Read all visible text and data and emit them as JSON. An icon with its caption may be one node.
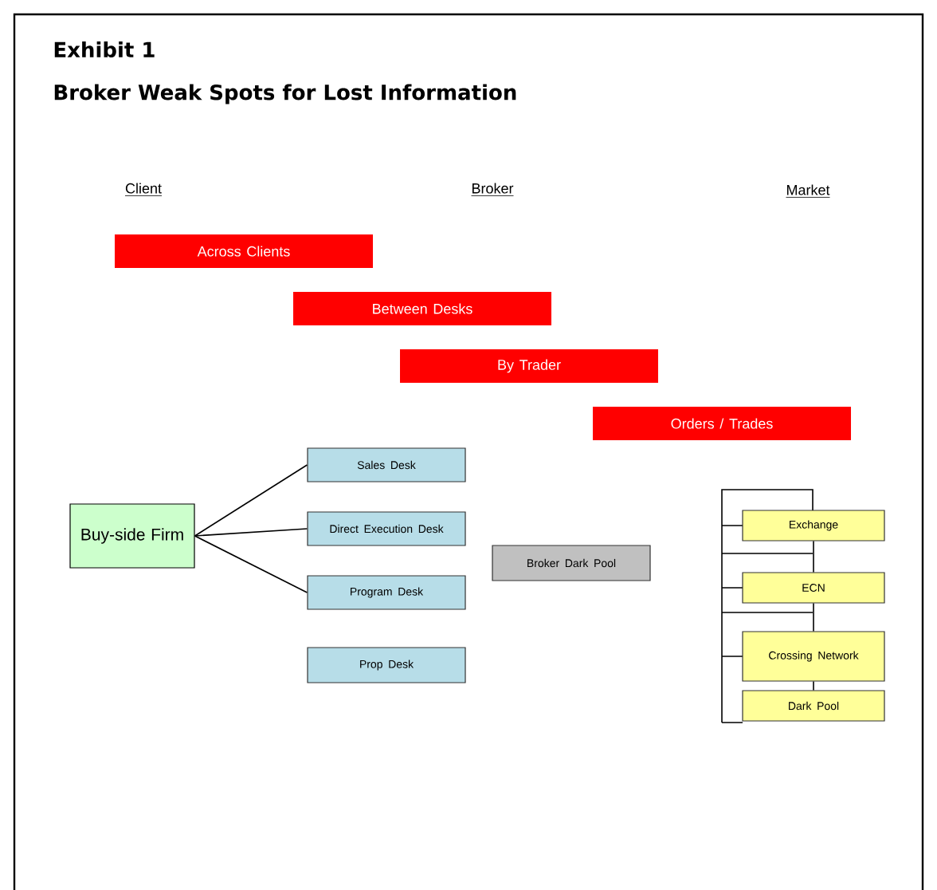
{
  "diagram": {
    "title": "Broker Weak Spots for Lost Information",
    "nodes": [
      {
        "text": [
          "Across Clients"
        ]
      },
      {
        "text": [
          "Between Desks"
        ]
      },
      {
        "text": [
          "By Trader"
        ]
      },
      {
        "text": [
          "Orders / Trades"
        ]
      },
      {
        "text": [
          "Buy-side Firm"
        ]
      },
      {
        "text": [
          "Sales Desk"
        ]
      },
      {
        "text": [
          "Direct Execution Desk"
        ]
      },
      {
        "text": [
          "Program Desk"
        ]
      },
      {
        "text": [
          "Prop Desk"
        ]
      },
      {
        "text": [
          "Broker Dark Pool"
        ]
      },
      {
        "text": [
          "Exchange"
        ]
      },
      {
        "text": [
          "ECN"
        ]
      },
      {
        "text": [
          "Crossing Network"
        ]
      },
      {
        "text": [
          "Dark Pool"
        ]
      }
    ],
    "edges": [
      {
        "from": 4,
        "to": 5,
        "arrow": "none"
      },
      {
        "from": 4,
        "to": 6,
        "arrow": "none"
      },
      {
        "from": 4,
        "to": 7,
        "arrow": "none"
      },
      {
        "from": 10,
        "to": 11,
        "arrow": "none"
      },
      {
        "from": 11,
        "to": 12,
        "arrow": "none"
      },
      {
        "from": 12,
        "to": 13,
        "arrow": "none"
      }
    ],
    "labels": [
      "Exhibit 1",
      "Client",
      "Broker",
      "Market"
    ]
  }
}
